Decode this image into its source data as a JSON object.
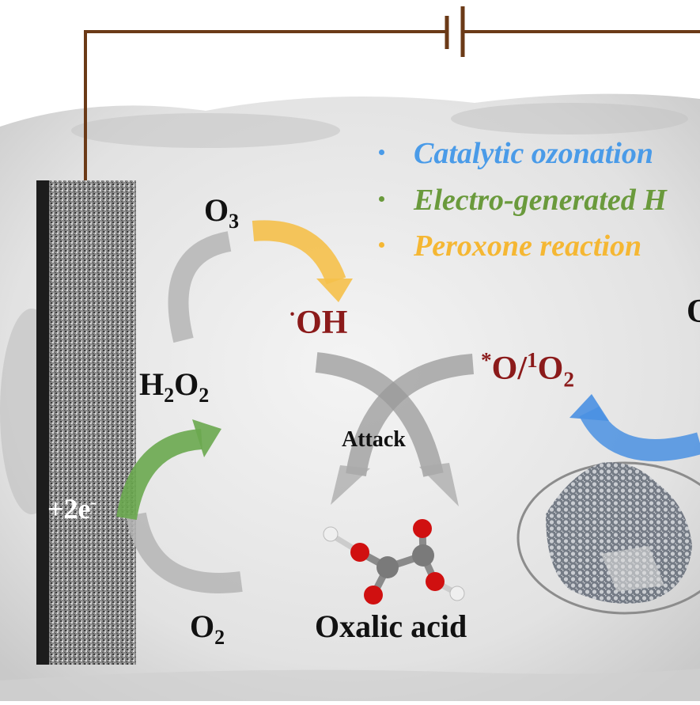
{
  "legend": {
    "items": [
      {
        "label": "Catalytic ozonation",
        "color": "#4a9be8"
      },
      {
        "label": "Electro-generated H",
        "color": "#6a9a3c"
      },
      {
        "label": "Peroxone reaction",
        "color": "#f5b733"
      }
    ]
  },
  "species": {
    "o3": {
      "base": "O",
      "sub": "3"
    },
    "oh": {
      "sup": "·",
      "base": "OH",
      "color": "#8b1a1a"
    },
    "h2o2": {
      "b1": "H",
      "s1": "2",
      "b2": "O",
      "s2": "2"
    },
    "ros": {
      "sup1": "*",
      "b1": "O/",
      "sup2": "1",
      "b2": "O",
      "sub": "2",
      "color": "#8b1a1a"
    },
    "o2": {
      "base": "O",
      "sub": "2"
    },
    "electron": {
      "base": "+2e",
      "sup": "-"
    },
    "cut_label": "O"
  },
  "labels": {
    "attack": "Attack",
    "oxalic_acid": "Oxalic acid"
  },
  "colors": {
    "wire": "#6b3a17",
    "green_arrow": "#6aa84f",
    "yellow_arrow": "#f5c04a",
    "blue_arrow": "#4a90e2",
    "grey_arrow": "#b0b0b0",
    "dark_red": "#8b1a1a",
    "oxygen_atom": "#d01010",
    "carbon_atom": "#7a7a7a",
    "hydrogen_atom": "#eeeeee"
  }
}
